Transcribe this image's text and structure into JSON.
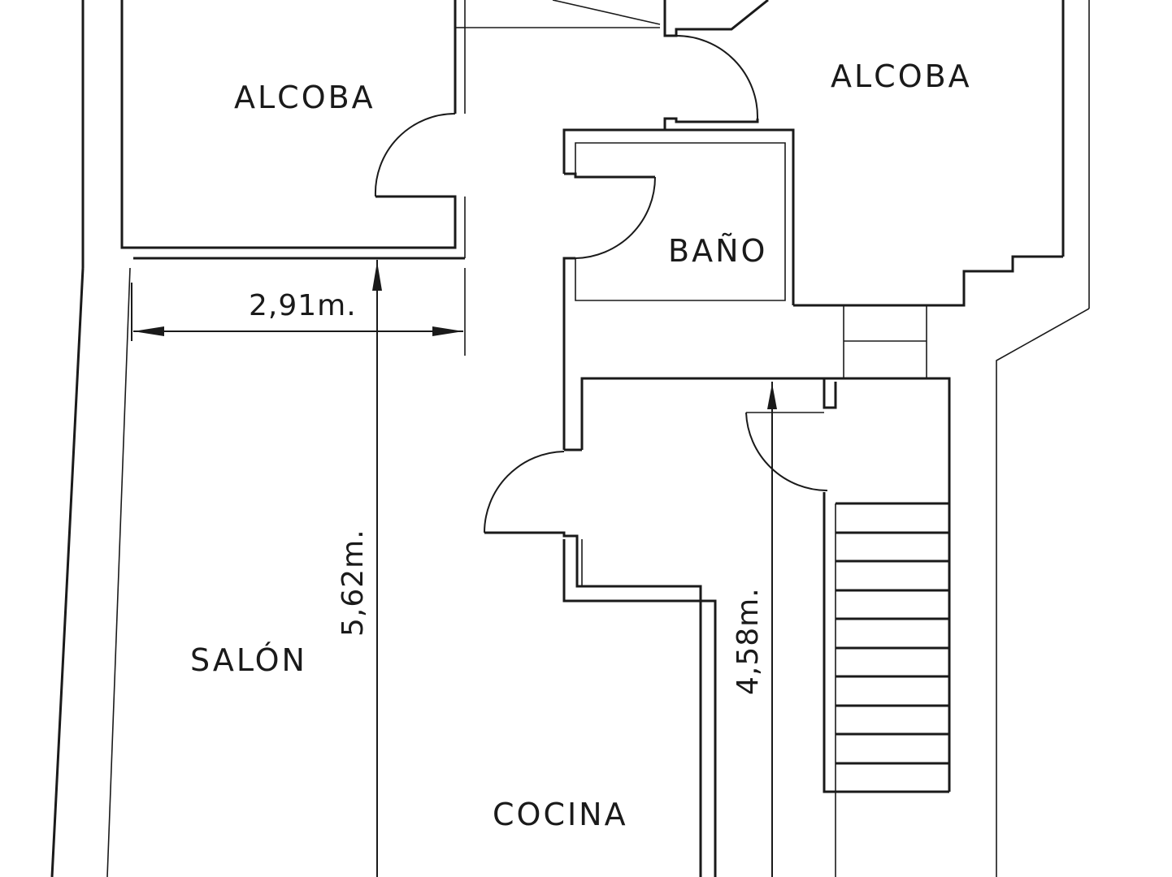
{
  "rooms": {
    "alcoba_left": "ALCOBA",
    "alcoba_right": "ALCOBA",
    "bano": "BAÑO",
    "salon": "SALÓN",
    "cocina": "COCINA"
  },
  "dimensions": {
    "salon_width": "2,91m.",
    "salon_length": "5,62m.",
    "cocina_length": "4,58m."
  },
  "colors": {
    "line": "#1a1a1a",
    "background": "#ffffff"
  }
}
